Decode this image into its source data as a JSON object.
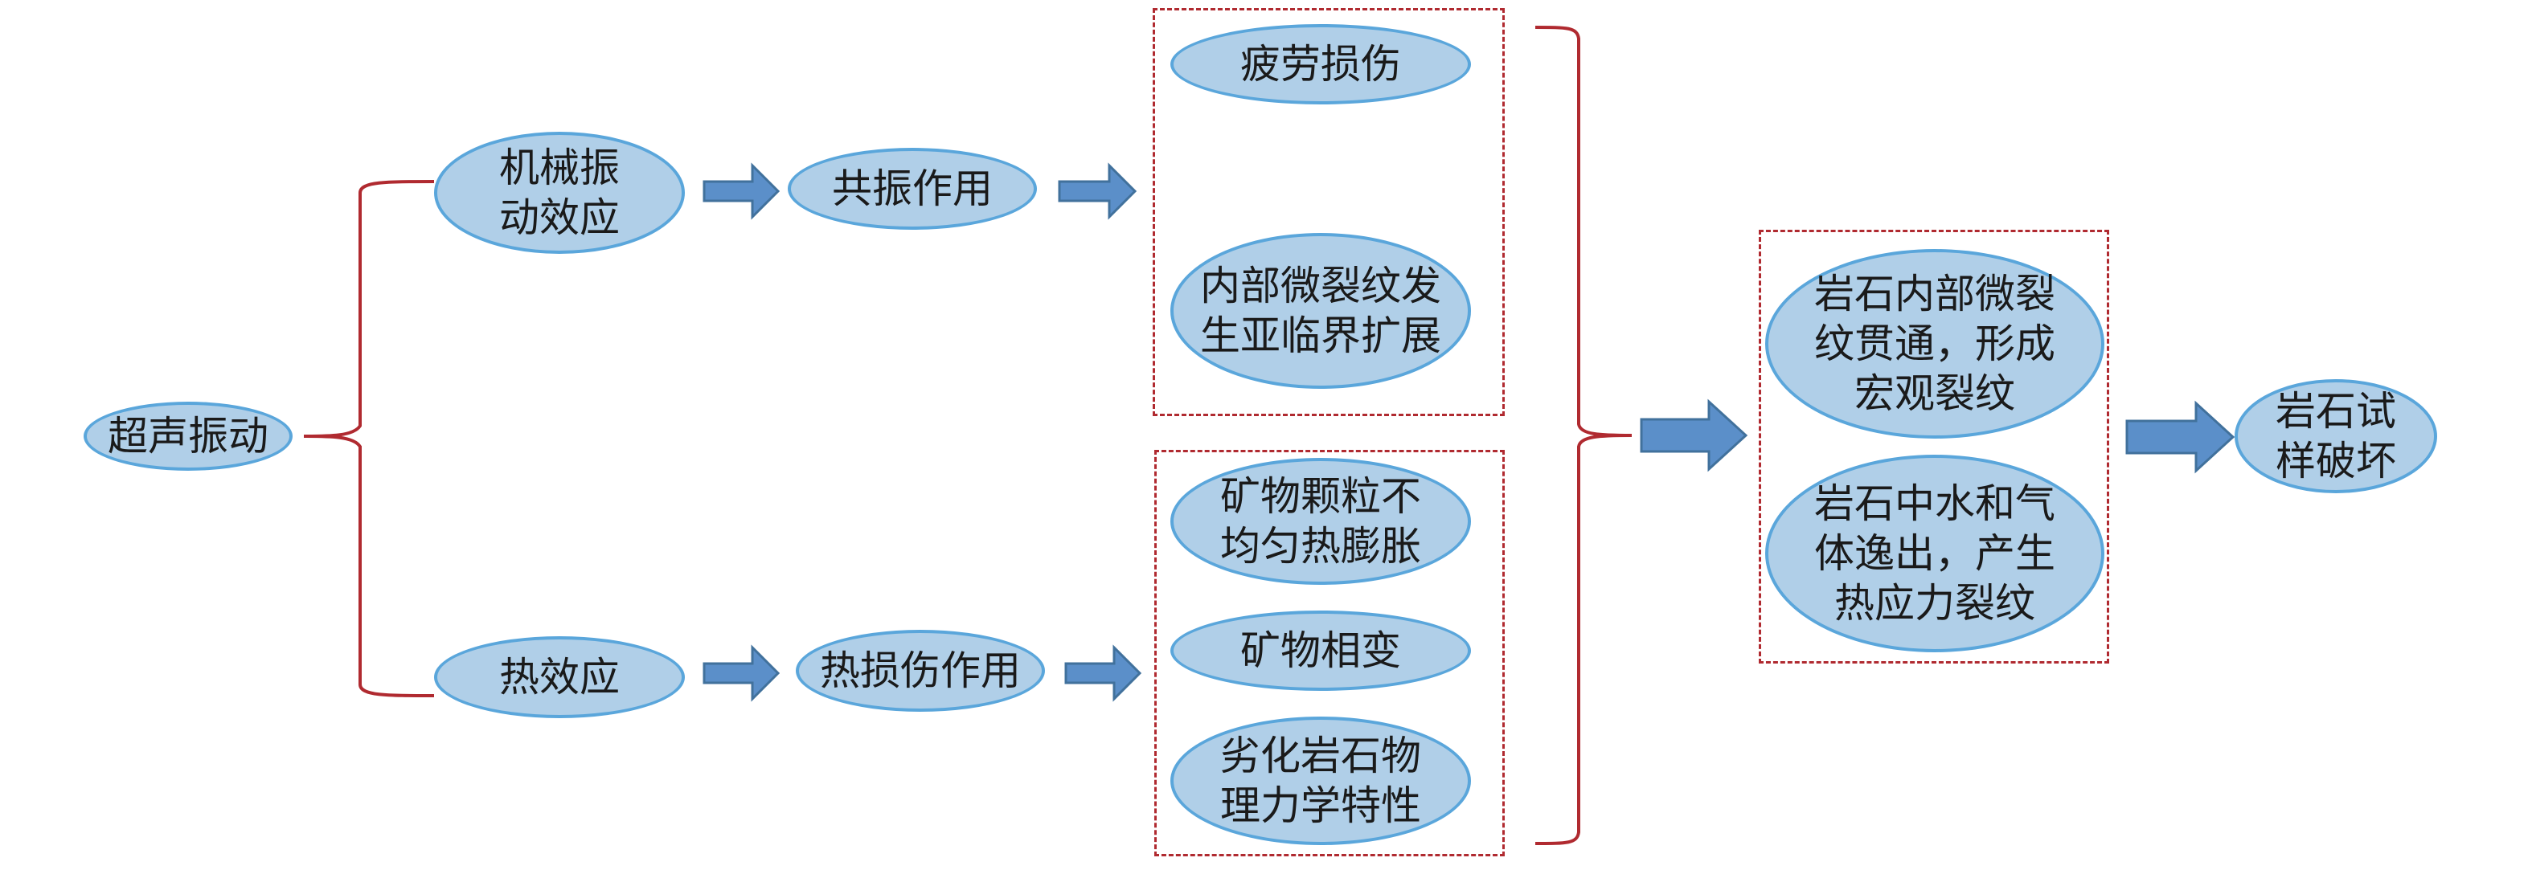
{
  "diagram": {
    "root": "超声振动",
    "effects": {
      "mechanical": "机械振\n动效应",
      "thermal": "热效应"
    },
    "actions": {
      "resonance": "共振作用",
      "thermal_damage": "热损伤作用"
    },
    "mechanical_results": [
      "疲劳损伤",
      "内部微裂纹发\n生亚临界扩展"
    ],
    "thermal_results": [
      "矿物颗粒不\n均匀热膨胀",
      "矿物相变",
      "劣化岩石物\n理力学特性"
    ],
    "combined_results": [
      "岩石内部微裂\n纹贯通，形成\n宏观裂纹",
      "岩石中水和气\n体逸出，产生\n热应力裂纹"
    ],
    "final": "岩石试\n样破坏"
  },
  "colors": {
    "node_fill": "#b0cfe8",
    "node_border": "#5aa6db",
    "arrow_fill": "#5b8fc9",
    "arrow_border": "#41719c",
    "brace": "#b02a30",
    "dash_box": "#b02a30"
  }
}
